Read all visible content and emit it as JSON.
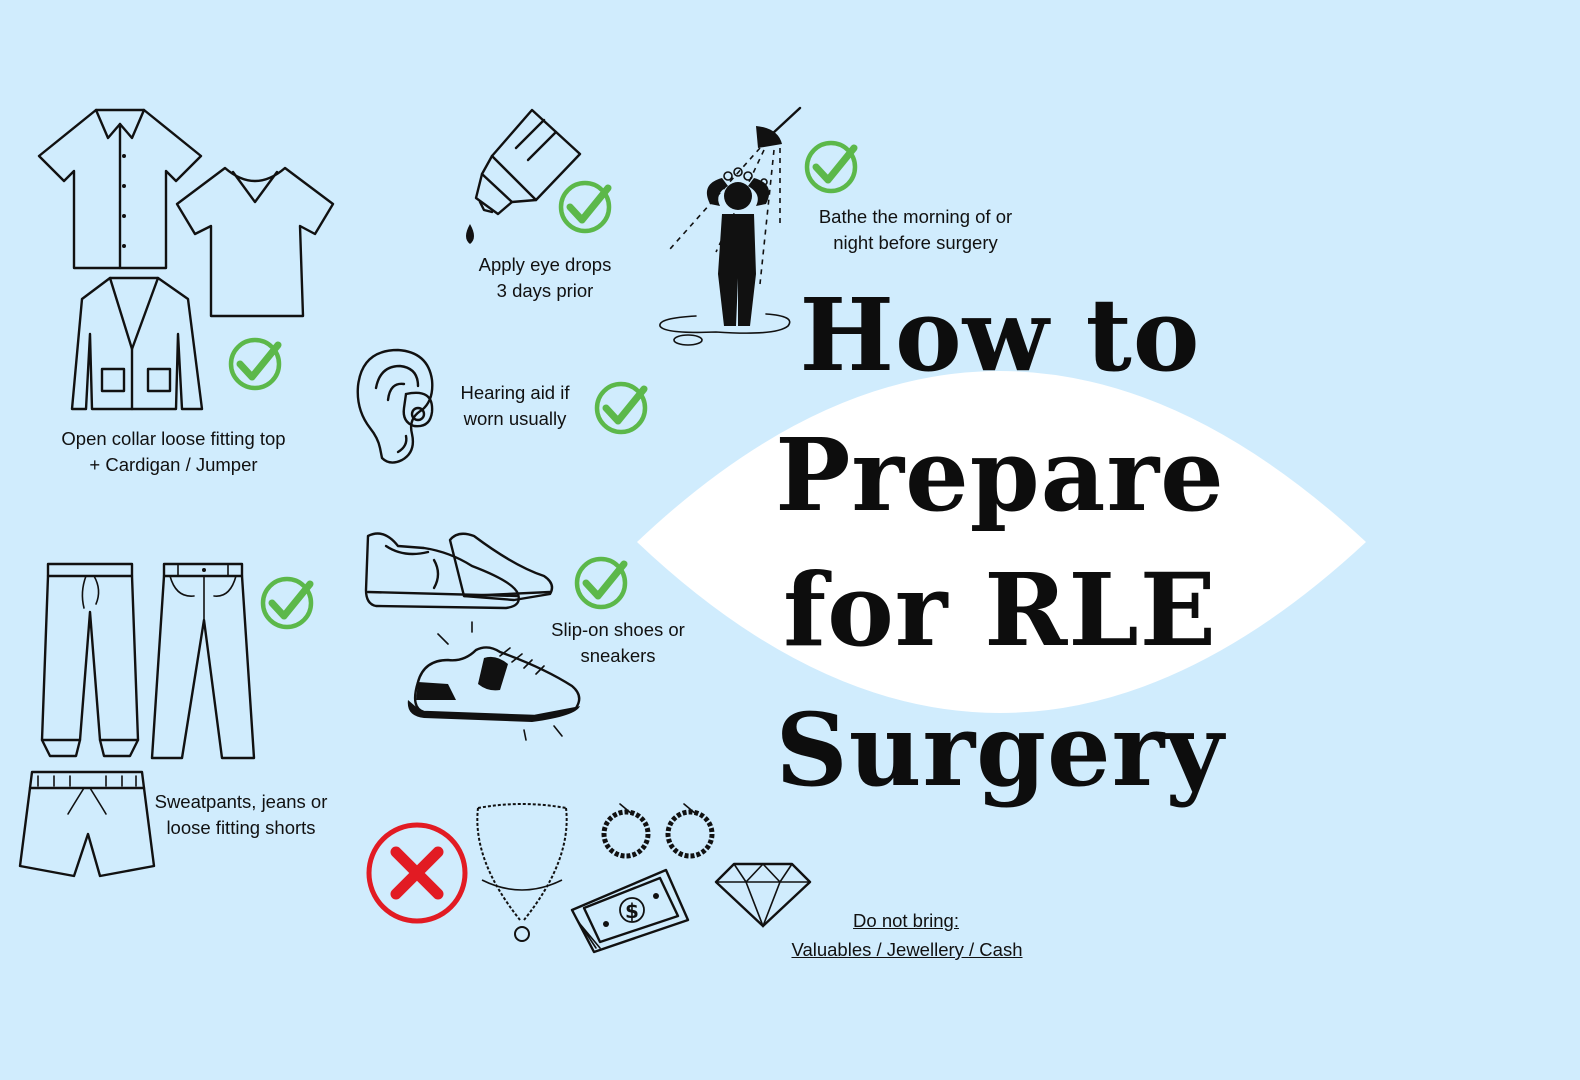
{
  "title": {
    "line1": "How to",
    "line2": "Prepare",
    "line3": "for RLE",
    "line4": "Surgery"
  },
  "items": {
    "top": {
      "line1": "Open collar loose fitting top",
      "line2": "+ Cardigan / Jumper",
      "status": "allowed"
    },
    "eye_drops": {
      "line1": "Apply eye drops",
      "line2": "3 days prior",
      "status": "allowed"
    },
    "bathe": {
      "line1": "Bathe the morning of or",
      "line2": "night before surgery",
      "status": "allowed"
    },
    "hearing_aid": {
      "line1": "Hearing aid if",
      "line2": "worn usually",
      "status": "allowed"
    },
    "shoes": {
      "line1": "Slip-on shoes or",
      "line2": "sneakers",
      "status": "allowed"
    },
    "bottoms": {
      "line1": "Sweatpants, jeans or",
      "line2": "loose fitting shorts",
      "status": "allowed"
    },
    "do_not_bring": {
      "line1": "Do not bring:",
      "line2": "Valuables / Jewellery / Cash",
      "status": "forbidden"
    }
  },
  "colors": {
    "background": "#d0ecfd",
    "eye_shape": "#ffffff",
    "check": "#5cb84a",
    "cross": "#e21b23",
    "ink": "#111111"
  },
  "icons": [
    "shirt-icon",
    "tshirt-icon",
    "cardigan-icon",
    "eye-dropper-icon",
    "shower-person-icon",
    "ear-hearing-aid-icon",
    "slip-on-shoes-icon",
    "sneaker-icon",
    "sweatpants-icon",
    "jeans-icon",
    "shorts-icon",
    "necklace-icon",
    "hoop-earrings-icon",
    "cash-icon",
    "diamond-icon",
    "check-icon",
    "cross-icon"
  ]
}
